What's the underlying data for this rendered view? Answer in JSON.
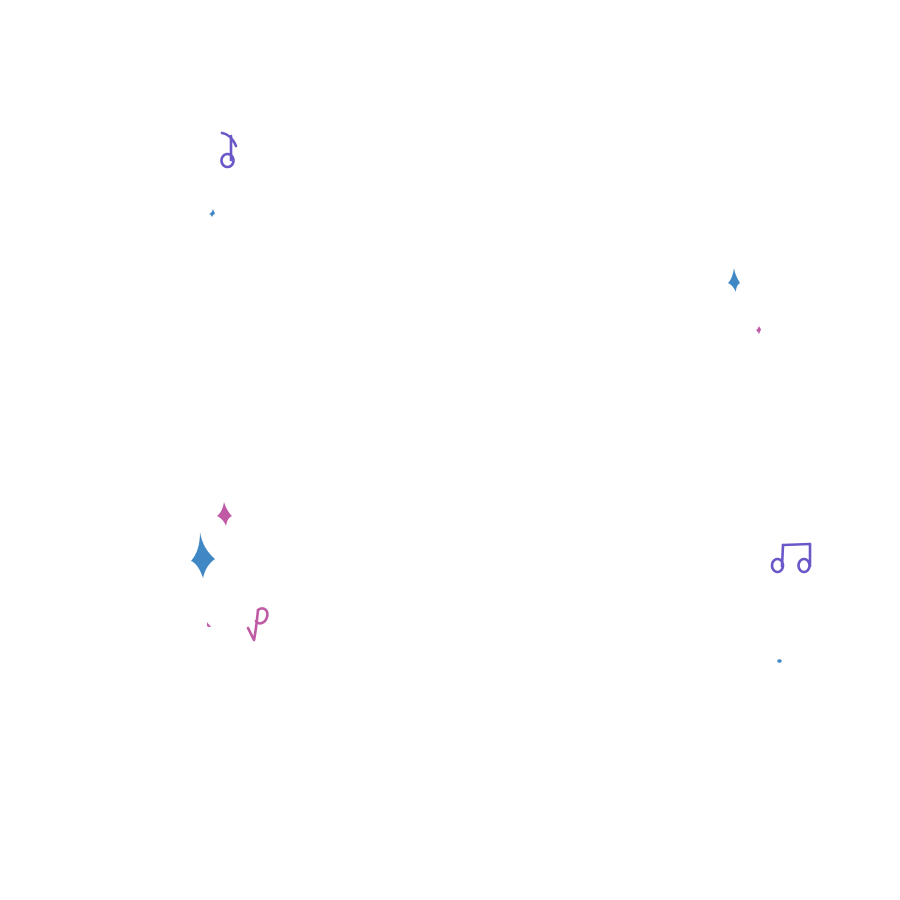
{
  "palette": {
    "background": "#ffffff",
    "blue": "#3f88c5",
    "pink": "#c05aa5",
    "purple": "#6a58c9"
  },
  "decorations": [
    {
      "name": "eighth-note-icon",
      "color": "purple"
    },
    {
      "name": "sparkle-small-icon",
      "color": "blue"
    },
    {
      "name": "sparkle-icon",
      "color": "blue"
    },
    {
      "name": "sparkle-dot-icon",
      "color": "pink"
    },
    {
      "name": "sparkle-icon",
      "color": "pink"
    },
    {
      "name": "sparkle-large-icon",
      "color": "blue"
    },
    {
      "name": "sparkle-dot-icon",
      "color": "pink"
    },
    {
      "name": "music-note-icon",
      "color": "pink"
    },
    {
      "name": "beamed-notes-icon",
      "color": "purple"
    },
    {
      "name": "sparkle-dot-icon",
      "color": "blue"
    }
  ]
}
